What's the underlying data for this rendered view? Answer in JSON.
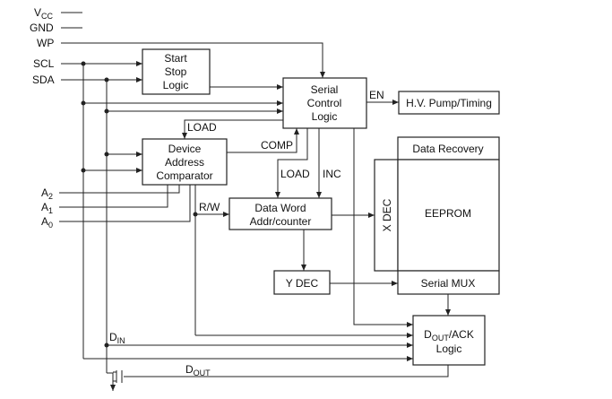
{
  "pins": {
    "vcc": {
      "main": "V",
      "sub": "CC"
    },
    "gnd": "GND",
    "wp": "WP",
    "scl": "SCL",
    "sda": "SDA",
    "a2": {
      "main": "A",
      "sub": "2"
    },
    "a1": {
      "main": "A",
      "sub": "1"
    },
    "a0": {
      "main": "A",
      "sub": "0"
    }
  },
  "blocks": {
    "start_stop": [
      "Start",
      "Stop",
      "Logic"
    ],
    "serial_control": [
      "Serial",
      "Control",
      "Logic"
    ],
    "hv_pump": "H.V. Pump/Timing",
    "device_address": [
      "Device",
      "Address",
      "Comparator"
    ],
    "data_recovery": "Data Recovery",
    "eeprom": "EEPROM",
    "x_dec": "X DEC",
    "data_word": [
      "Data Word",
      "Addr/counter"
    ],
    "y_dec": "Y DEC",
    "serial_mux": "Serial MUX",
    "dout_ack": {
      "line1_main": "D",
      "line1_sub": "OUT",
      "line1_rest": "/ACK",
      "line2": "Logic"
    }
  },
  "signals": {
    "en": "EN",
    "load_top": "LOAD",
    "comp": "COMP",
    "load_mid": "LOAD",
    "inc": "INC",
    "rw": "R/W",
    "din": {
      "main": "D",
      "sub": "IN"
    },
    "dout": {
      "main": "D",
      "sub": "OUT"
    }
  }
}
